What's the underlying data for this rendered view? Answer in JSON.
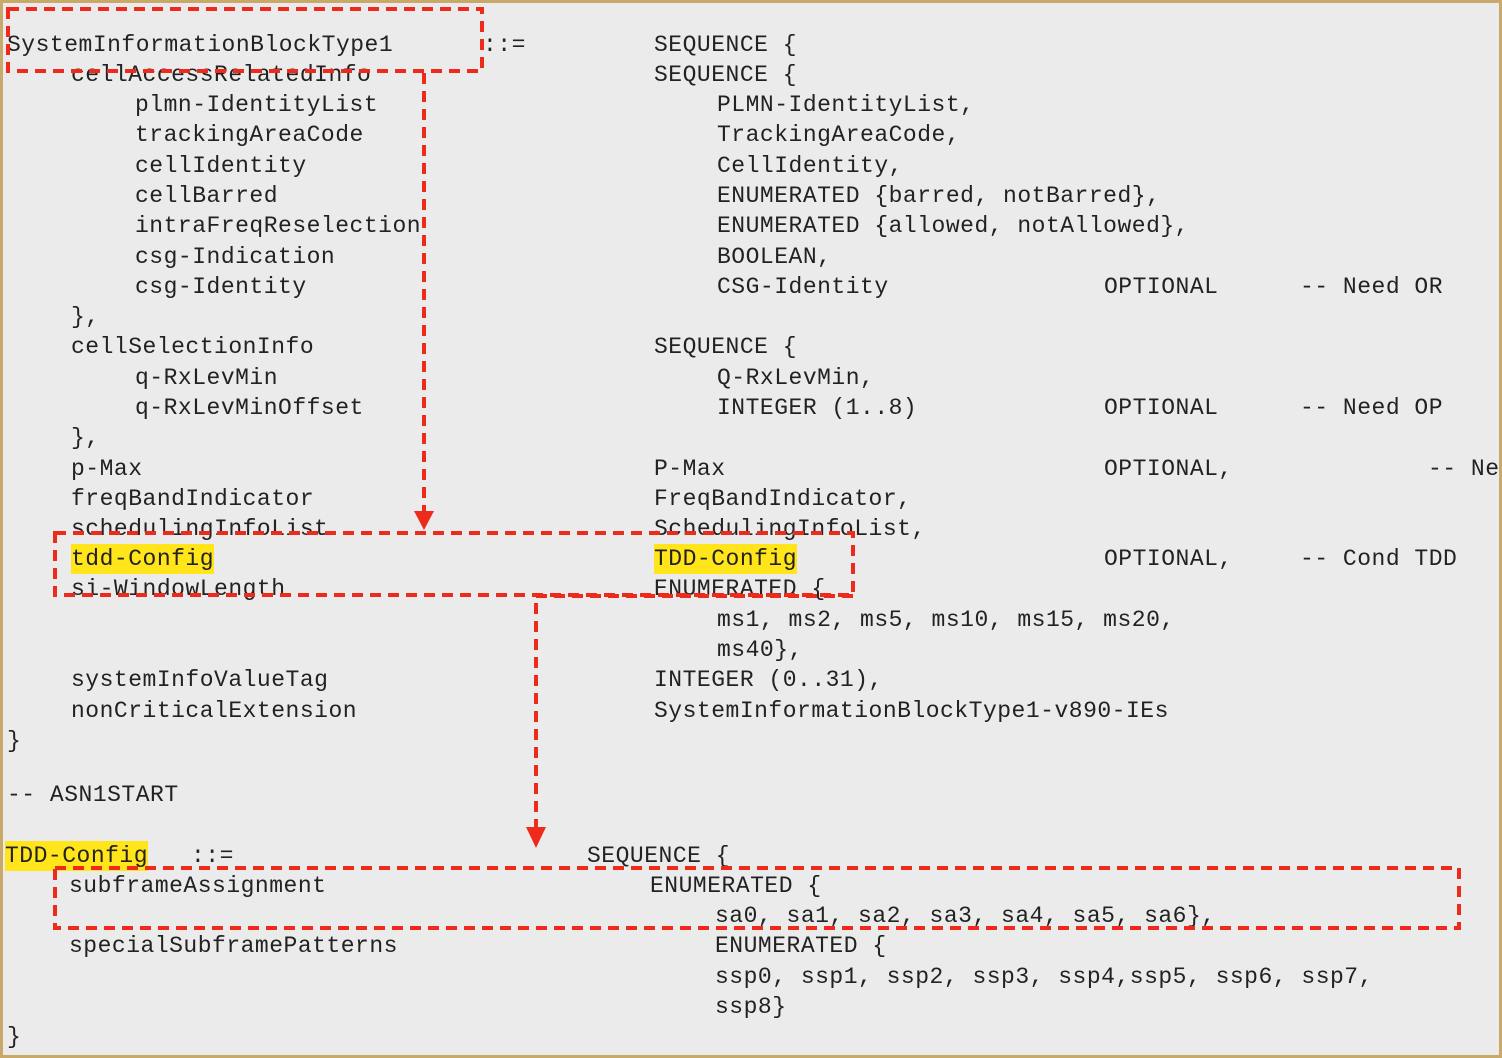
{
  "highlight_color": "#ffe51a",
  "annotation_color": "#ee2b1a",
  "sib1": {
    "header_name": "SystemInformationBlockType1",
    "assign": "::=",
    "header_type": "SEQUENCE {",
    "cell_access_name": "cellAccessRelatedInfo",
    "cell_access_type": "SEQUENCE {",
    "plmn_name": "plmn-IdentityList",
    "plmn_type": "PLMN-IdentityList,",
    "tac_name": "trackingAreaCode",
    "tac_type": "TrackingAreaCode,",
    "cellid_name": "cellIdentity",
    "cellid_type": "CellIdentity,",
    "barred_name": "cellBarred",
    "barred_type": "ENUMERATED {barred, notBarred},",
    "intra_name": "intraFreqReselection",
    "intra_type": "ENUMERATED {allowed, notAllowed},",
    "csgind_name": "csg-Indication",
    "csgind_type": "BOOLEAN,",
    "csgid_name": "csg-Identity",
    "csgid_type": "CSG-Identity",
    "csgid_opt": "OPTIONAL",
    "csgid_need": "-- Need OR",
    "close1": "},",
    "cellsel_name": "cellSelectionInfo",
    "cellsel_type": "SEQUENCE {",
    "qrx_name": "q-RxLevMin",
    "qrx_type": "Q-RxLevMin,",
    "qrxoff_name": "q-RxLevMinOffset",
    "qrxoff_type": "INTEGER (1..8)",
    "qrxoff_opt": "OPTIONAL",
    "qrxoff_need": "-- Need OP",
    "close2": "},",
    "pmax_name": "p-Max",
    "pmax_type": "P-Max",
    "pmax_opt": "OPTIONAL,",
    "pmax_need": "-- Ne",
    "fbi_name": "freqBandIndicator",
    "fbi_type": "FreqBandIndicator,",
    "sched_name": "schedulingInfoList",
    "sched_type": "SchedulingInfoList,",
    "tdd_name": "tdd-Config",
    "tdd_type": "TDD-Config",
    "tdd_opt": "OPTIONAL,",
    "tdd_need": "-- Cond TDD",
    "siwin_name": "si-WindowLength",
    "siwin_type": "ENUMERATED {",
    "siwin_vals1": "ms1, ms2, ms5, ms10, ms15, ms20,",
    "siwin_vals2": "ms40},",
    "sivt_name": "systemInfoValueTag",
    "sivt_type": "INTEGER (0..31),",
    "nce_name": "nonCriticalExtension",
    "nce_type": "SystemInformationBlockType1-v890-IEs",
    "close3": "}"
  },
  "asn_start": "-- ASN1START",
  "tdd": {
    "header_name": "TDD-Config",
    "assign": "::=",
    "header_type": "SEQUENCE {",
    "sa_name": "subframeAssignment",
    "sa_type": "ENUMERATED {",
    "sa_vals": "sa0, sa1, sa2, sa3, sa4, sa5, sa6},",
    "ssp_name": "specialSubframePatterns",
    "ssp_type": "ENUMERATED {",
    "ssp_vals1": "ssp0, ssp1, ssp2, ssp3, ssp4,ssp5, ssp6, ssp7,",
    "ssp_vals2": "ssp8}",
    "close": "}"
  }
}
